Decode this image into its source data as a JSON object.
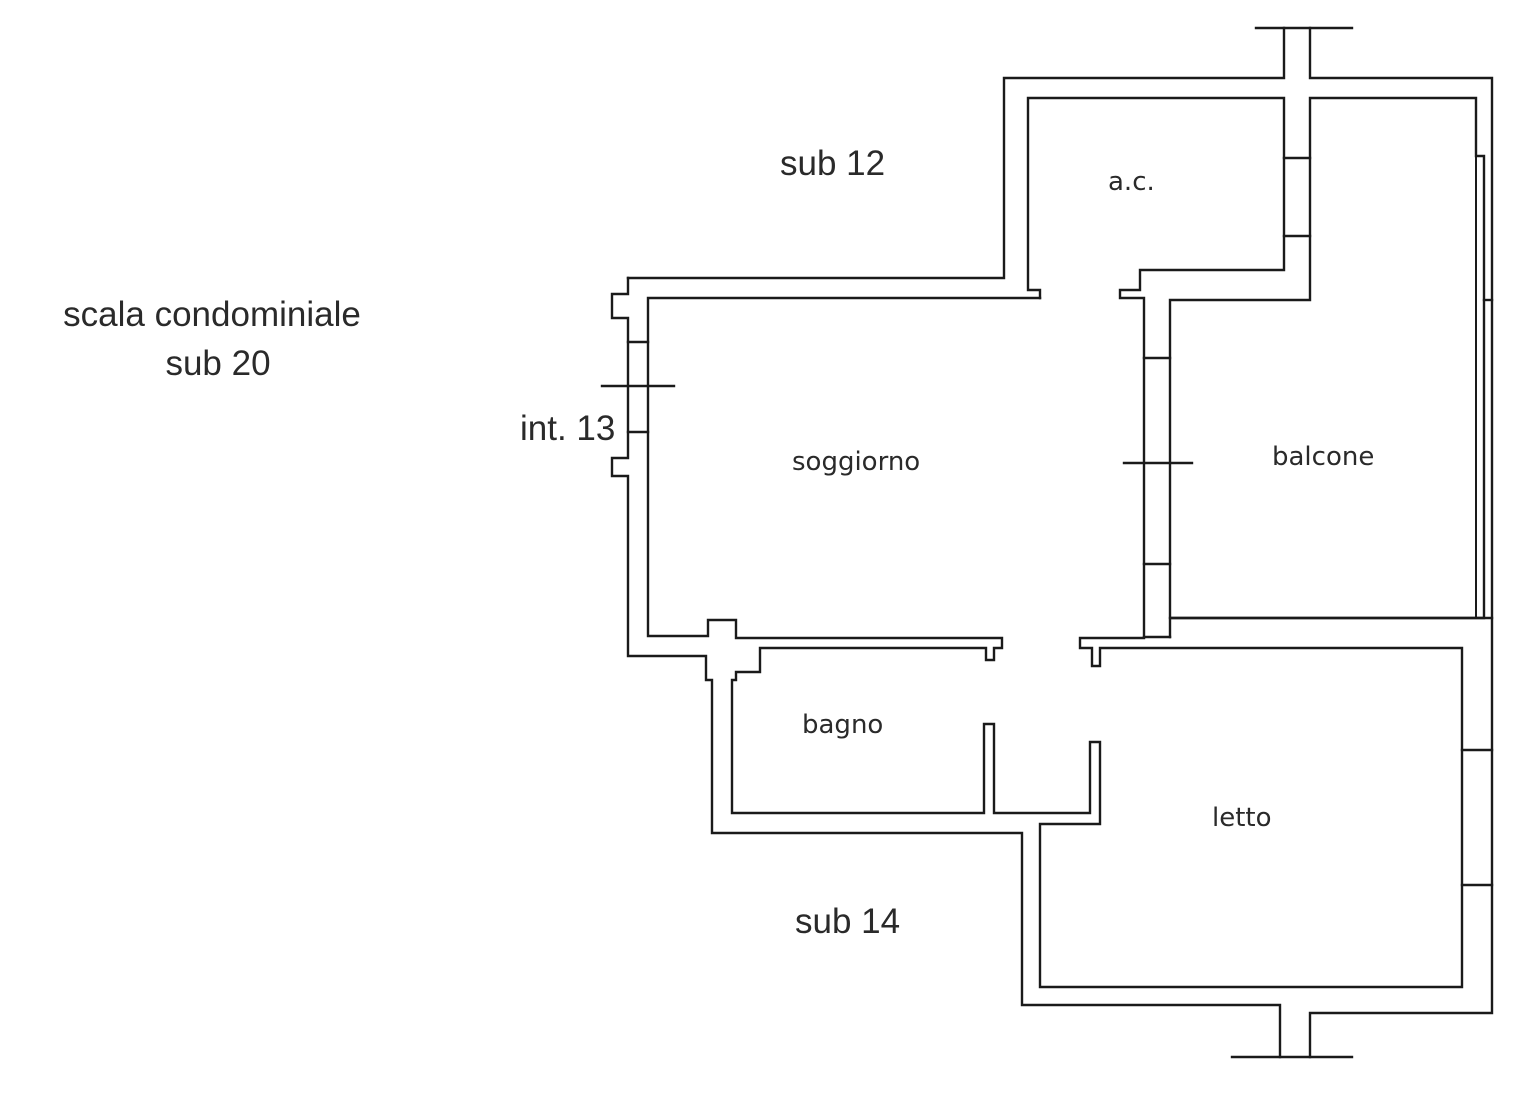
{
  "labels": {
    "sub_12": "sub 12",
    "scala_line1": "scala condominiale",
    "scala_line2": "sub 20",
    "int_13": "int. 13",
    "sub_14": "sub 14",
    "ac": "a.c.",
    "soggiorno": "soggiorno",
    "balcone": "balcone",
    "bagno": "bagno",
    "letto": "letto"
  }
}
